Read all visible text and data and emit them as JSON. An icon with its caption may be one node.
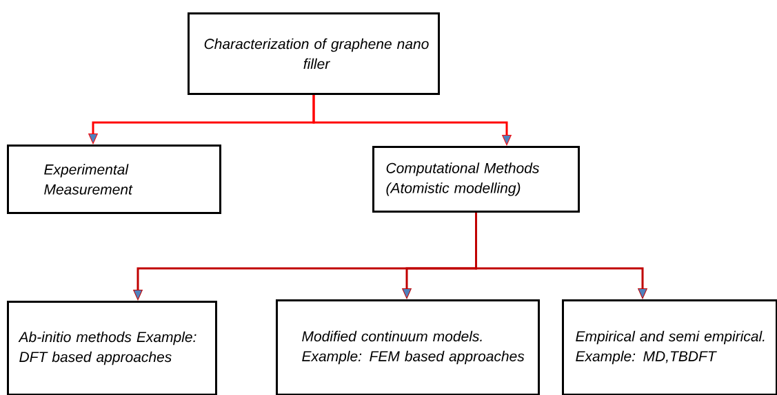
{
  "diagram": {
    "nodes": [
      {
        "text": [
          "Characterization of graphene nano filler"
        ]
      },
      {
        "text": [
          "Experimental Measurement"
        ]
      },
      {
        "text": [
          "Computational Methods (Atomistic modelling)"
        ]
      },
      {
        "text": [
          "Ab-initio methods Example: DFT based approaches"
        ]
      },
      {
        "text": [
          "Modified continuum models. Example: FEM based approaches"
        ]
      },
      {
        "text": [
          "Empirical and semi empirical. Example: MD,TBDFT"
        ]
      }
    ],
    "edges": [
      {
        "from": 0,
        "to": 1,
        "arrow": "to",
        "color": "#ff0000"
      },
      {
        "from": 0,
        "to": 2,
        "arrow": "to",
        "color": "#ff0000"
      },
      {
        "from": 2,
        "to": 3,
        "arrow": "to"
      },
      {
        "from": 2,
        "to": 4,
        "arrow": "to"
      },
      {
        "from": 2,
        "to": 5,
        "arrow": "to"
      }
    ]
  }
}
